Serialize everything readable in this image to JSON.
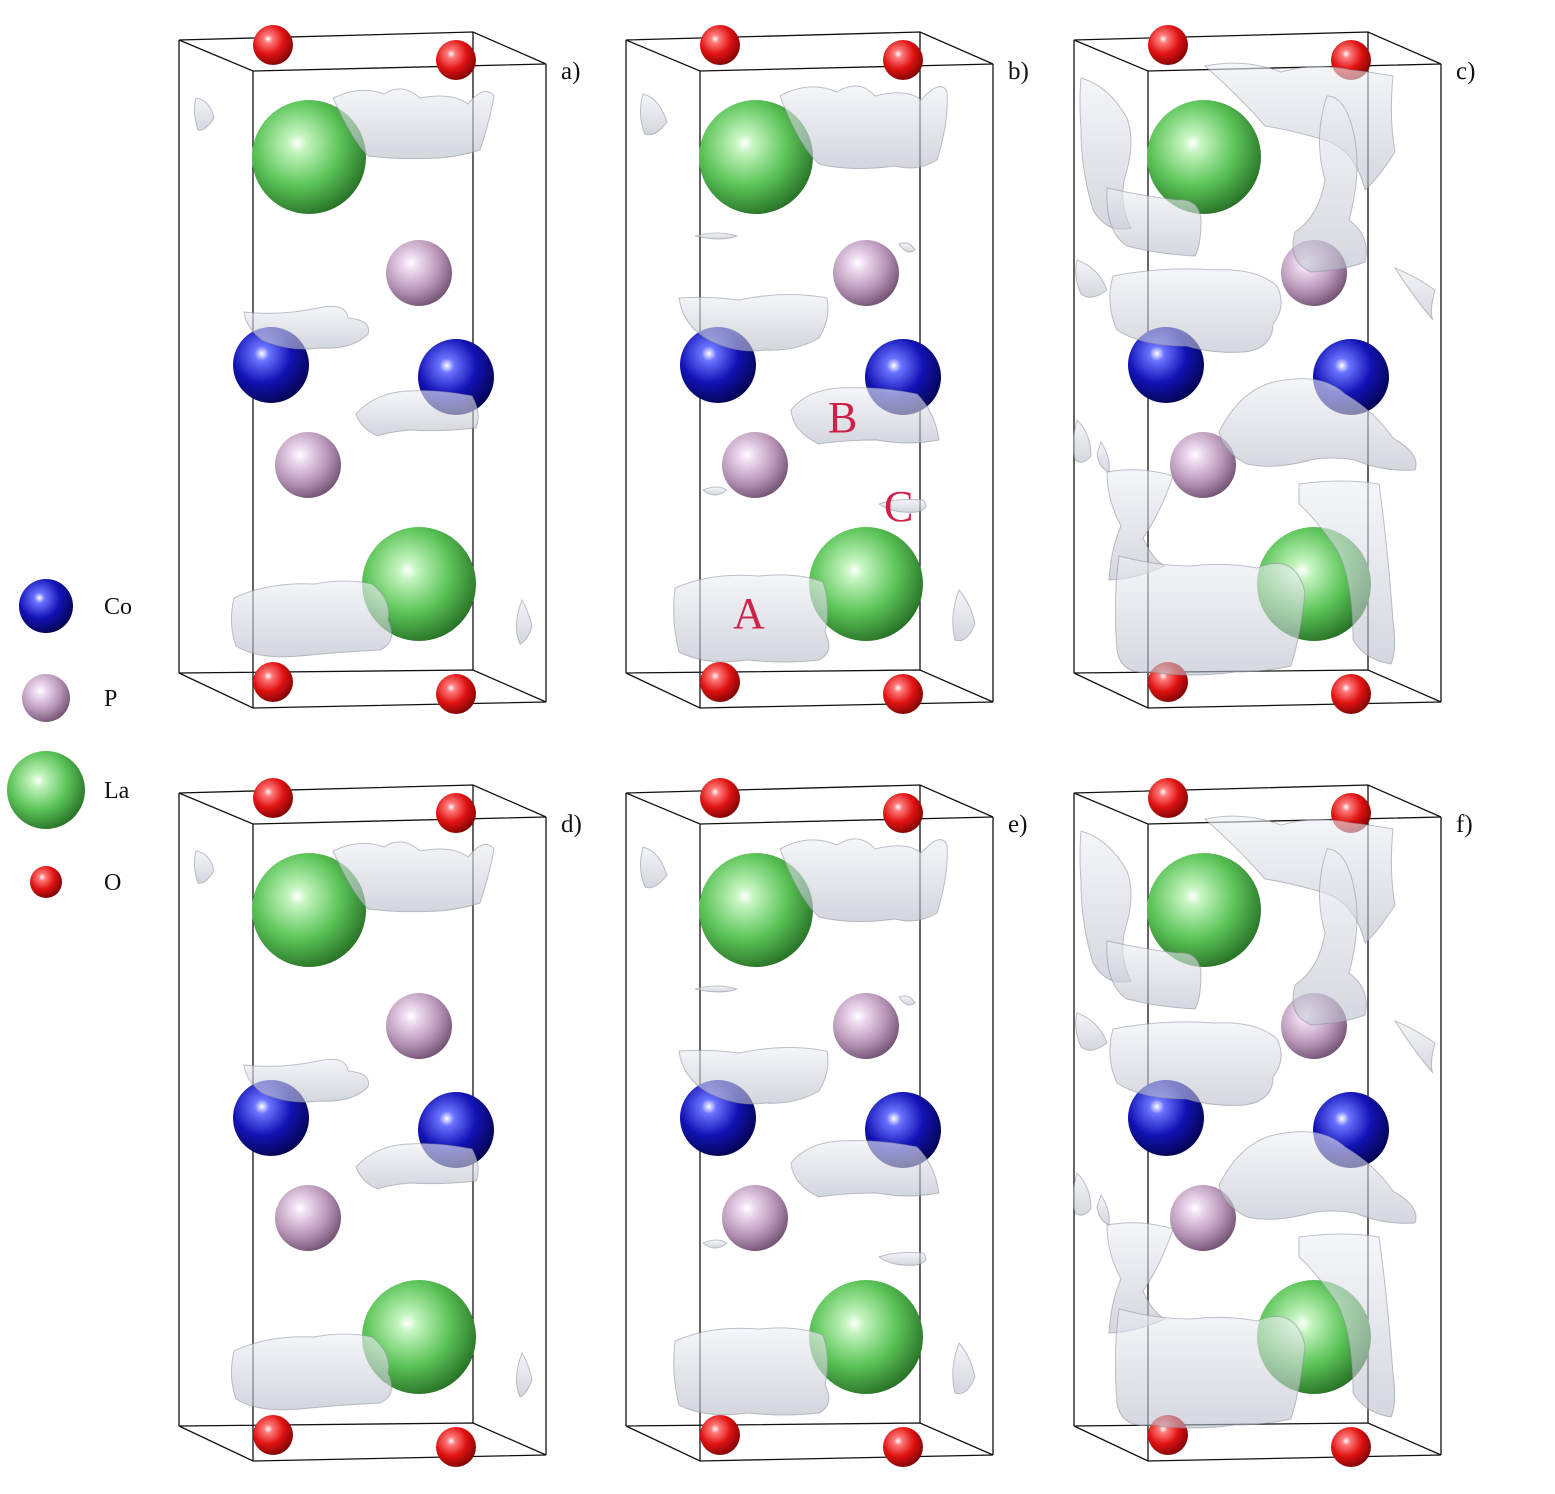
{
  "legend": [
    {
      "element": "Co",
      "label": "Co",
      "color": "#0a0a9a"
    },
    {
      "element": "P",
      "label": "P",
      "color": "#c4a2c2"
    },
    {
      "element": "La",
      "label": "La",
      "color": "#5fc45a"
    },
    {
      "element": "O",
      "label": "O",
      "color": "#e01010"
    }
  ],
  "panels": [
    {
      "id": "a",
      "label": "a)",
      "iso_level": "small",
      "site_labels": []
    },
    {
      "id": "b",
      "label": "b)",
      "iso_level": "medium",
      "site_labels": [
        "A",
        "B",
        "C"
      ]
    },
    {
      "id": "c",
      "label": "c)",
      "iso_level": "large",
      "site_labels": []
    },
    {
      "id": "d",
      "label": "d)",
      "iso_level": "small",
      "site_labels": []
    },
    {
      "id": "e",
      "label": "e)",
      "iso_level": "medium",
      "site_labels": []
    },
    {
      "id": "f",
      "label": "f)",
      "iso_level": "large",
      "site_labels": []
    }
  ],
  "colors": {
    "cell_edge": "#111111",
    "isosurface": "#c8ccd6",
    "site_label": "#d0204a",
    "background": "#ffffff"
  }
}
